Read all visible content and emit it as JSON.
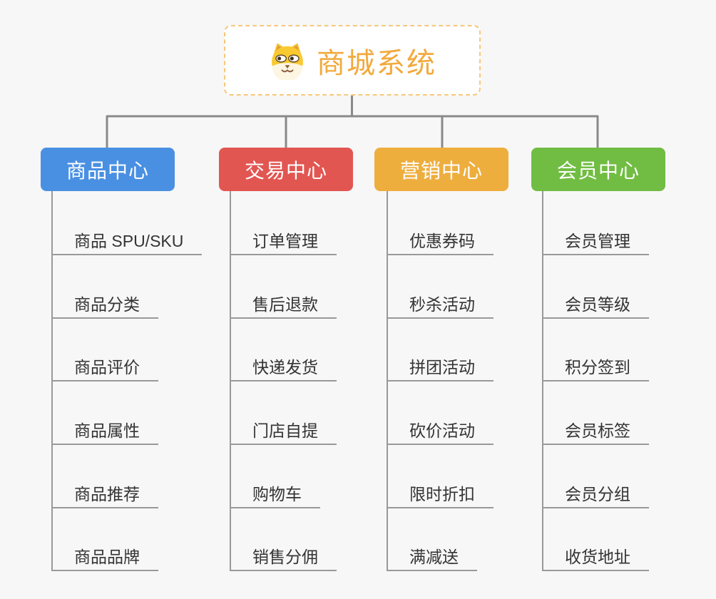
{
  "root": {
    "title": "商城系统",
    "icon": "doge-icon",
    "text_color": "#f2a93c",
    "border_color": "#f7c77e"
  },
  "branches": [
    {
      "label": "商品中心",
      "color": "#4a90e2",
      "children": [
        "商品 SPU/SKU",
        "商品分类",
        "商品评价",
        "商品属性",
        "商品推荐",
        "商品品牌"
      ]
    },
    {
      "label": "交易中心",
      "color": "#e25652",
      "children": [
        "订单管理",
        "售后退款",
        "快递发货",
        "门店自提",
        "购物车",
        "销售分佣"
      ]
    },
    {
      "label": "营销中心",
      "color": "#eeae3e",
      "children": [
        "优惠券码",
        "秒杀活动",
        "拼团活动",
        "砍价活动",
        "限时折扣",
        "满减送"
      ]
    },
    {
      "label": "会员中心",
      "color": "#71bd43",
      "children": [
        "会员管理",
        "会员等级",
        "积分签到",
        "会员标签",
        "会员分组",
        "收货地址"
      ]
    }
  ],
  "colors": {
    "background": "#f7f7f7",
    "top_connector": "#8a8a8a",
    "leaf_line": "#999999",
    "leaf_text": "#333333"
  }
}
